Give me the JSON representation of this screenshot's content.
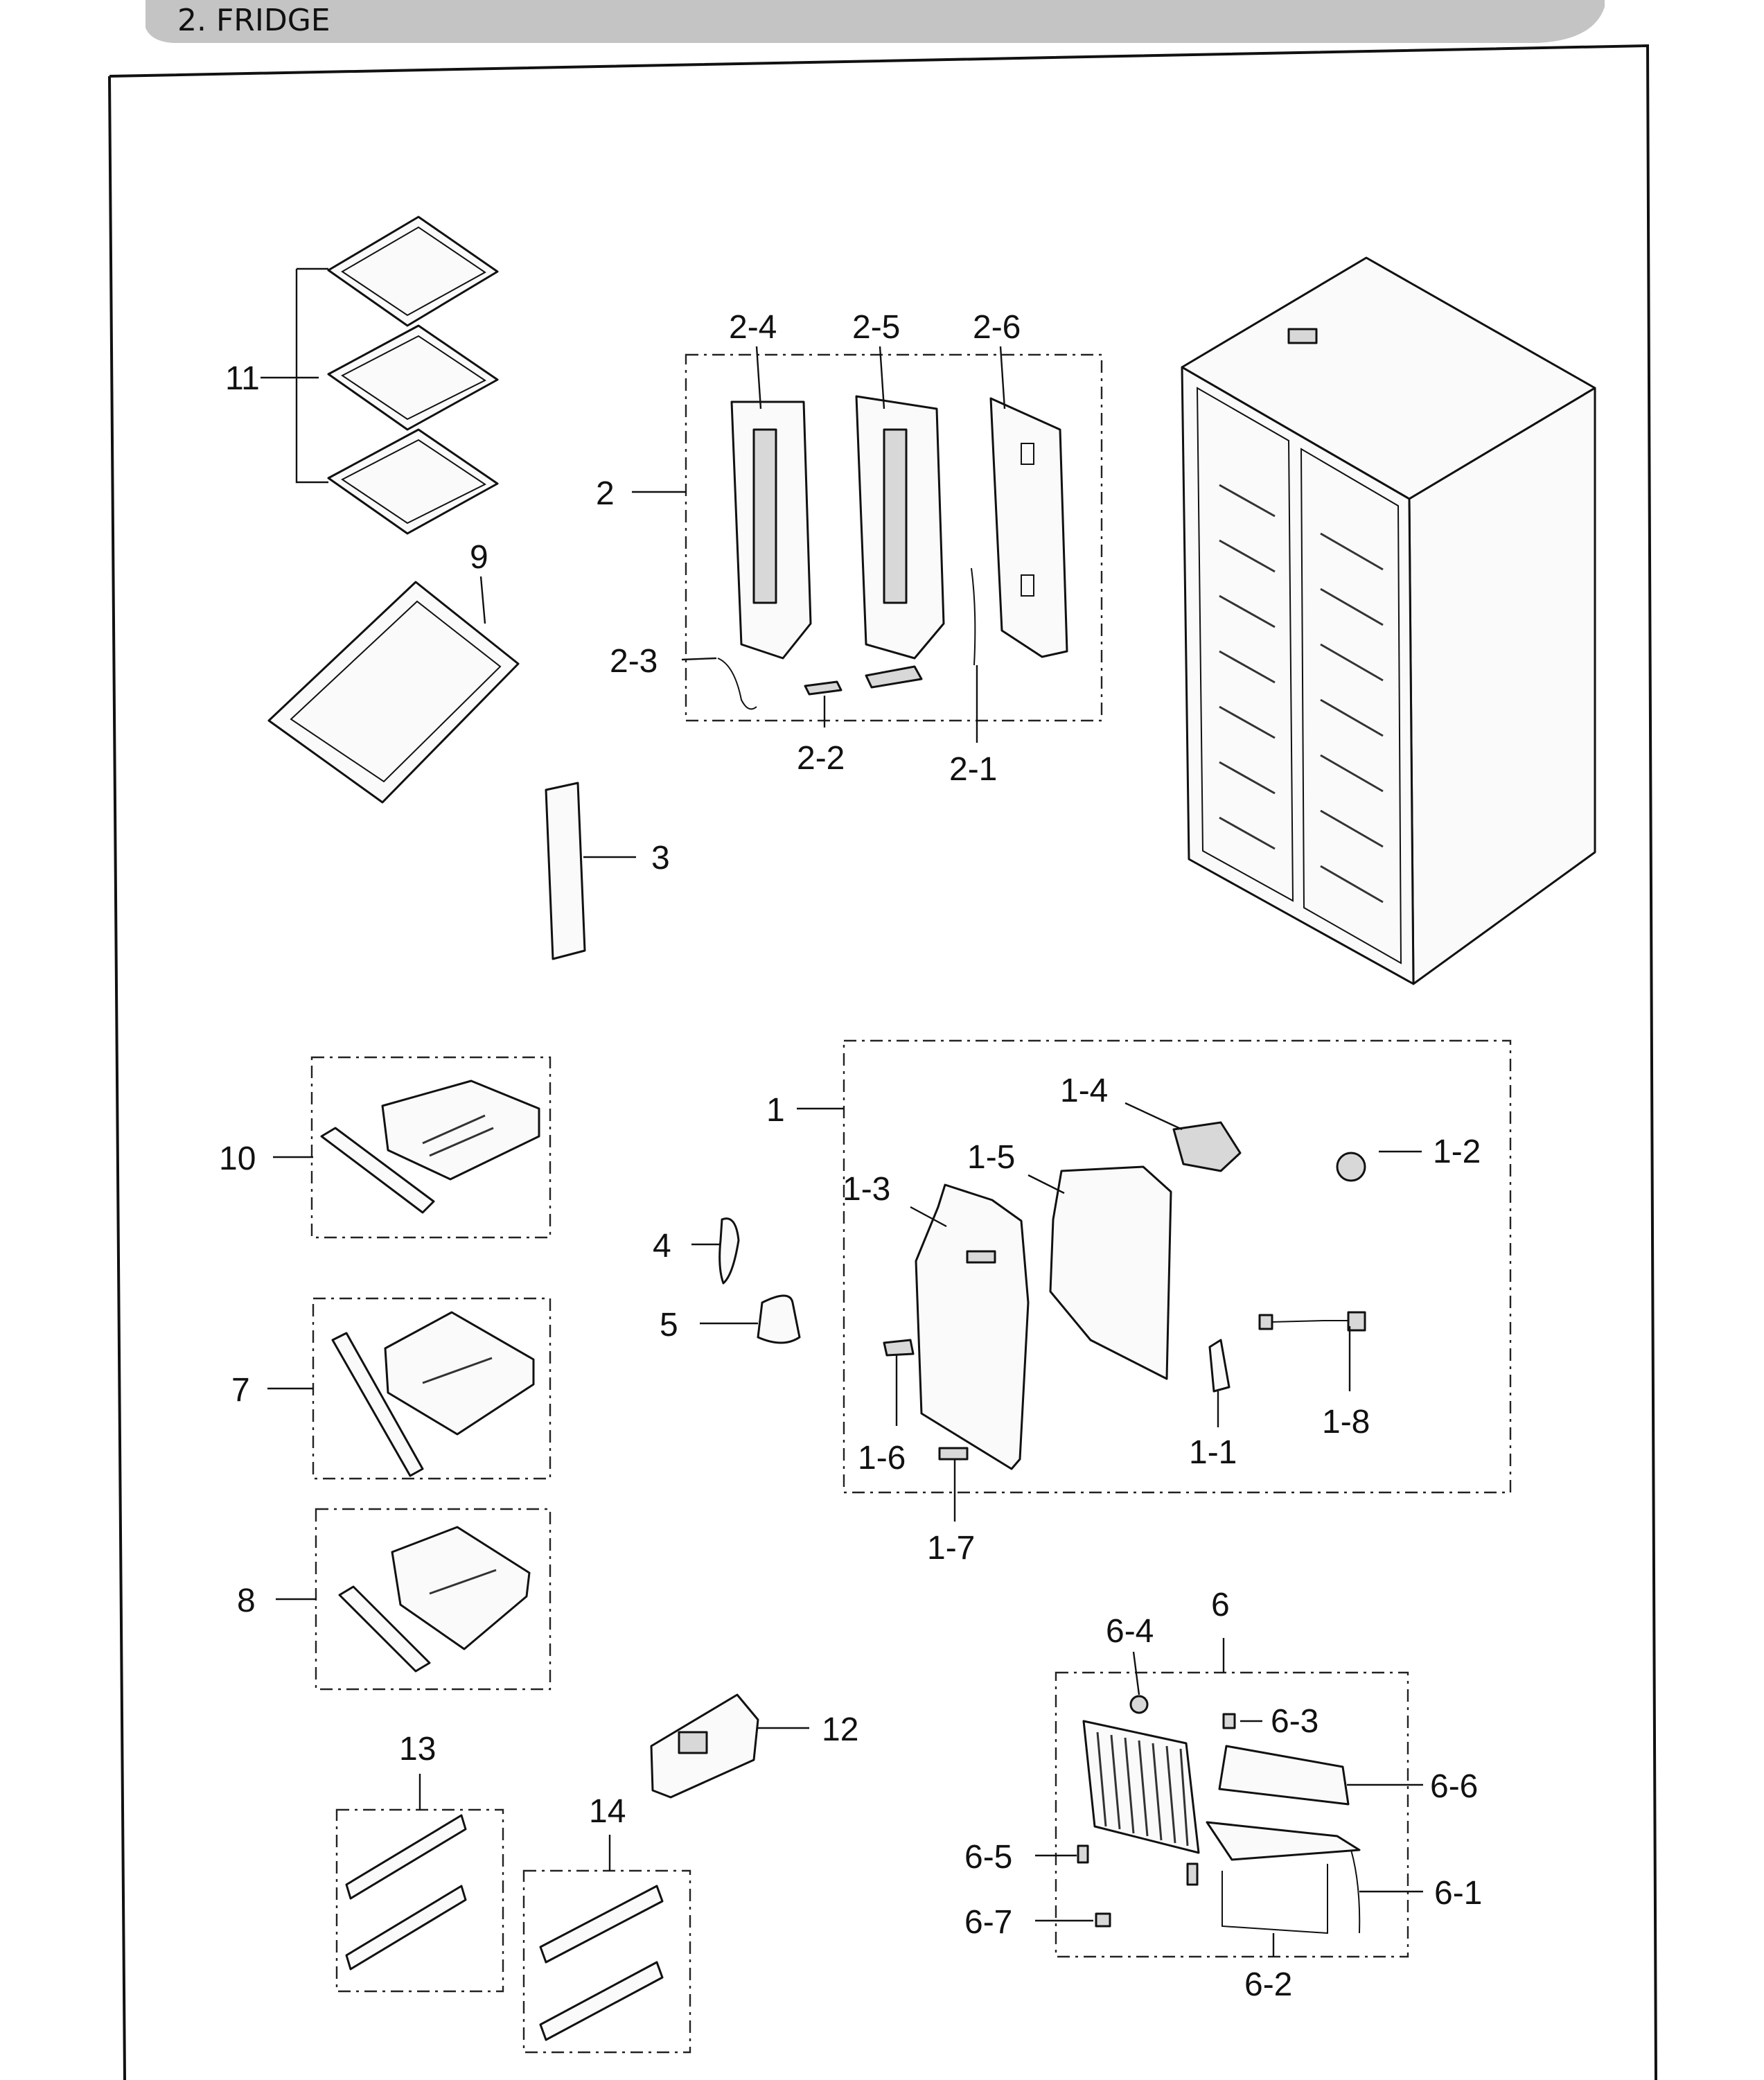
{
  "header": {
    "title": "2. FRIDGE"
  },
  "callouts": {
    "c11": "11",
    "c9": "9",
    "c2": "2",
    "c2_4": "2-4",
    "c2_5": "2-5",
    "c2_6": "2-6",
    "c2_3": "2-3",
    "c2_2": "2-2",
    "c2_1": "2-1",
    "c3": "3",
    "c10": "10",
    "c7": "7",
    "c8": "8",
    "c4": "4",
    "c5": "5",
    "c1": "1",
    "c1_4": "1-4",
    "c1_2": "1-2",
    "c1_5": "1-5",
    "c1_3": "1-3",
    "c1_6": "1-6",
    "c1_7": "1-7",
    "c1_1": "1-1",
    "c1_8": "1-8",
    "c6": "6",
    "c6_4": "6-4",
    "c6_3": "6-3",
    "c6_6": "6-6",
    "c6_5": "6-5",
    "c6_1": "6-1",
    "c6_7": "6-7",
    "c6_2": "6-2",
    "c12": "12",
    "c13": "13",
    "c14": "14"
  }
}
